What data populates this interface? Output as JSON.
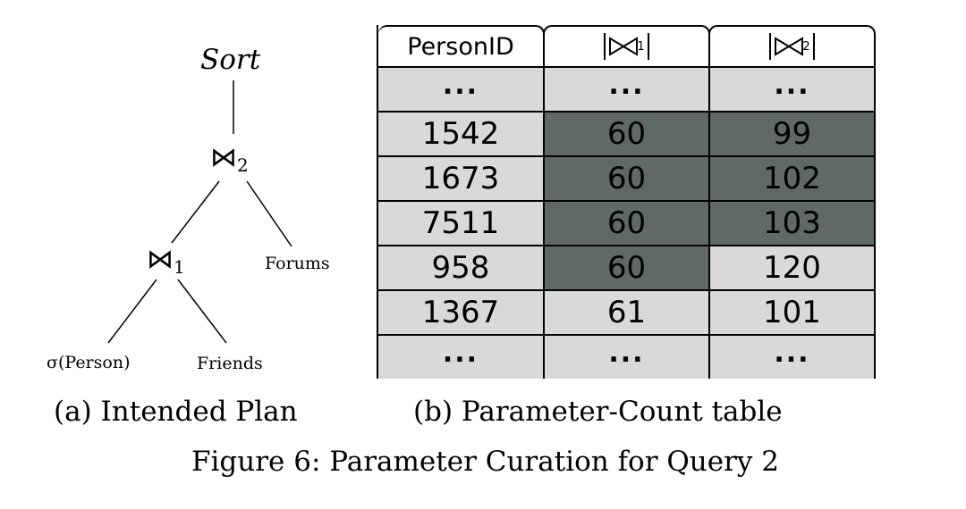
{
  "plan": {
    "sort": "Sort",
    "join2_symbol": "⋈",
    "join2_sub": "2",
    "join1_symbol": "⋈",
    "join1_sub": "1",
    "forums": "Forums",
    "person": "σ(Person)",
    "friends": "Friends"
  },
  "table": {
    "header": {
      "col0": "PersonID",
      "col1_sub": "1",
      "col2_sub": "2"
    },
    "rows": [
      {
        "id": "...",
        "j1": "...",
        "j2": "..."
      },
      {
        "id": "1542",
        "j1": "60",
        "j2": "99"
      },
      {
        "id": "1673",
        "j1": "60",
        "j2": "102"
      },
      {
        "id": "7511",
        "j1": "60",
        "j2": "103"
      },
      {
        "id": "958",
        "j1": "60",
        "j2": "120"
      },
      {
        "id": "1367",
        "j1": "61",
        "j2": "101"
      },
      {
        "id": "...",
        "j1": "...",
        "j2": "..."
      }
    ],
    "highlight_color": "#5f6a68",
    "cell_color": "#d9d9d9"
  },
  "captions": {
    "a": "(a) Intended Plan",
    "b": "(b) Parameter-Count table",
    "figure": "Figure 6: Parameter Curation for Query 2"
  }
}
